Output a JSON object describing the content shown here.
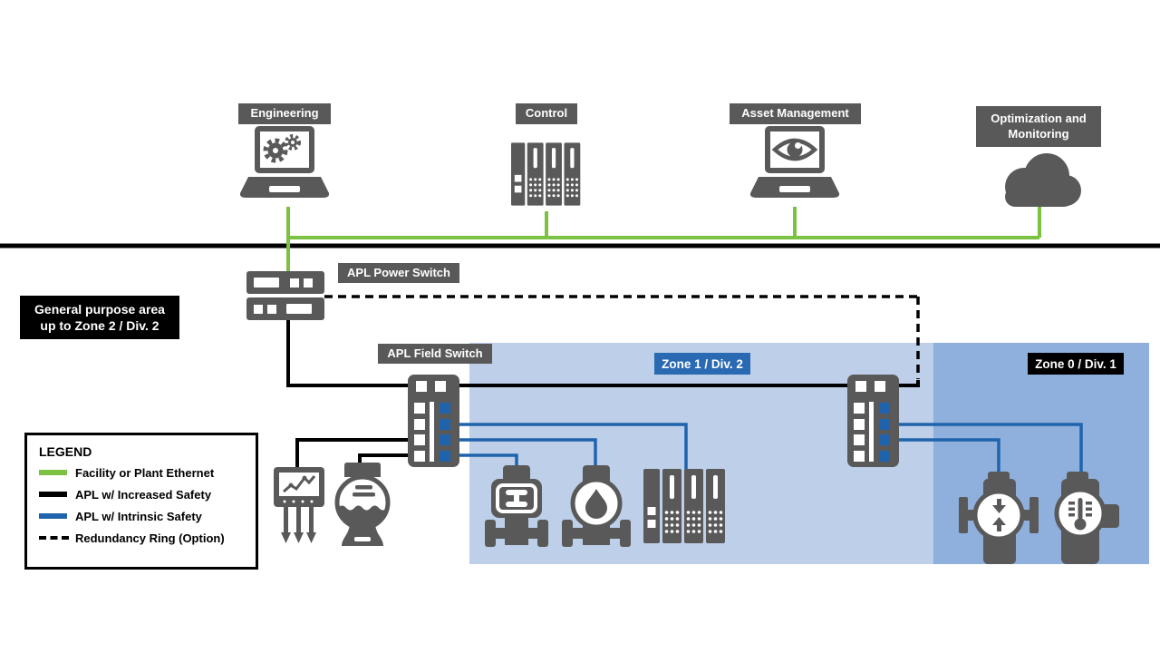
{
  "nodes": {
    "engineering": "Engineering",
    "control": "Control",
    "asset_management": "Asset Management",
    "optimization": "Optimization and Monitoring",
    "apl_power_switch": "APL Power Switch",
    "apl_field_switch": "APL Field Switch"
  },
  "areas": {
    "general_purpose_line1": "General purpose area",
    "general_purpose_line2": "up to Zone 2 / Div. 2",
    "zone1": "Zone 1 / Div. 2",
    "zone0": "Zone 0 / Div. 1"
  },
  "legend": {
    "title": "LEGEND",
    "items": [
      {
        "label": "Facility or Plant Ethernet",
        "color": "#7CC142",
        "style": "solid"
      },
      {
        "label": "APL w/ Increased Safety",
        "color": "#000000",
        "style": "solid"
      },
      {
        "label": "APL w/ Intrinsic Safety",
        "color": "#1F63AC",
        "style": "solid"
      },
      {
        "label": "Redundancy Ring (Option)",
        "color": "#000000",
        "style": "dashed"
      }
    ]
  },
  "colors": {
    "device_gray": "#595959",
    "ethernet_green": "#7CC142",
    "apl_black": "#000000",
    "apl_blue": "#1F63AC",
    "zone1_bg": "#BDCFE9",
    "zone0_bg": "#8FB0DC",
    "zone1_label_bg": "#2A6AB3",
    "zone0_label_bg": "#000000"
  }
}
